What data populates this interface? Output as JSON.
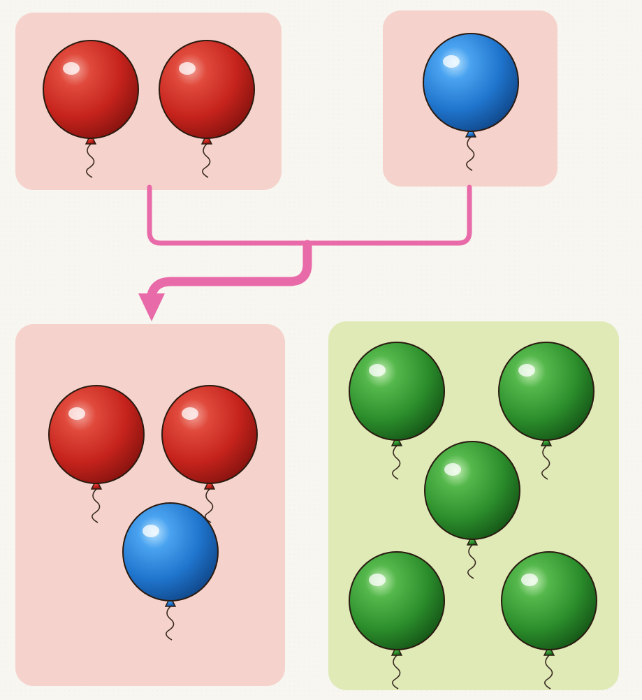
{
  "colors": {
    "pink_box": "#f5d3cc",
    "green_box": "#dfeab7",
    "connector": "#e86aa8",
    "red_balloon": "#d1241e",
    "blue_balloon": "#1f7fd8",
    "green_balloon": "#2e9a2e"
  },
  "groups": [
    {
      "id": "group-a",
      "box_color": "pink",
      "balloons": [
        "red",
        "red"
      ],
      "count": 2
    },
    {
      "id": "group-b",
      "box_color": "pink",
      "balloons": [
        "blue"
      ],
      "count": 1
    },
    {
      "id": "group-combined",
      "box_color": "pink",
      "balloons": [
        "red",
        "red",
        "blue"
      ],
      "count": 3
    },
    {
      "id": "group-green",
      "box_color": "green",
      "balloons": [
        "green",
        "green",
        "green",
        "green",
        "green"
      ],
      "count": 5
    }
  ],
  "connector": {
    "from": [
      "group-a",
      "group-b"
    ],
    "to": "group-combined",
    "icon": "merge-arrow-icon"
  }
}
